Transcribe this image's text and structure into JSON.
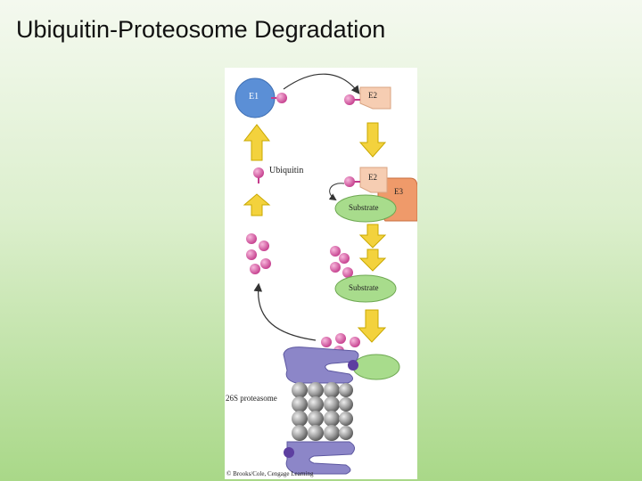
{
  "slide": {
    "title": "Ubiquitin-Proteosome Degradation"
  },
  "figure": {
    "labels": {
      "e1": "E1",
      "e2_top": "E2",
      "e2_mid": "E2",
      "e3": "E3",
      "ubiquitin": "Ubiquitin",
      "substrate_top": "Substrate",
      "substrate_bottom": "Substrate",
      "proteasome": "26S proteasome",
      "credit": "© Brooks/Cole, Cengage Learning"
    },
    "colors": {
      "e1": "#5b8fd6",
      "e2": "#f6cdb2",
      "e3": "#ef9a6a",
      "ubiquitin": "#d64fa0",
      "substrate": "#a8dc8c",
      "arrow": "#f3d23d",
      "proteasome_cap": "#8c86c8",
      "proteasome_core": "#9a9a9a"
    }
  }
}
